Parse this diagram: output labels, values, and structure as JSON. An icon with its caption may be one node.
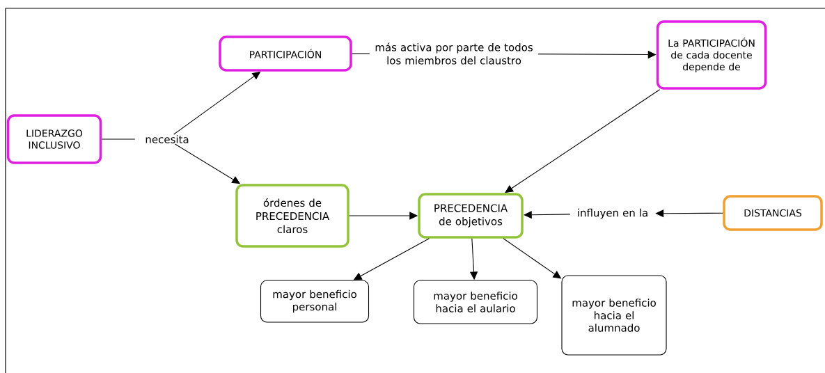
{
  "diagram": {
    "nodes": [
      {
        "text": [
          "LIDERAZGO INCLUSIVO"
        ]
      },
      {
        "text": [
          "necesita"
        ]
      },
      {
        "text": [
          "PARTICIPACIÓN"
        ]
      },
      {
        "text": [
          "más activa por parte de todos los miembros del claustro"
        ]
      },
      {
        "text": [
          "La PARTICIPACIÓN de cada docente depende de"
        ]
      },
      {
        "text": [
          "órdenes de PRECEDENCIA claros"
        ]
      },
      {
        "text": [
          "PRECEDENCIA de objetivos"
        ]
      },
      {
        "text": [
          "influyen en la"
        ]
      },
      {
        "text": [
          "DISTANCIAS"
        ]
      },
      {
        "text": [
          "mayor beneficio personal"
        ]
      },
      {
        "text": [
          "mayor beneficio hacia el aulario"
        ]
      },
      {
        "text": [
          "mayor beneficio hacia el alumnado"
        ]
      }
    ],
    "edges": [
      {
        "from": 0,
        "to": 1,
        "arrow": "none"
      },
      {
        "from": 1,
        "to": 2,
        "arrow": "to"
      },
      {
        "from": 1,
        "to": 5,
        "arrow": "to"
      },
      {
        "from": 2,
        "to": 3,
        "arrow": "none"
      },
      {
        "from": 3,
        "to": 4,
        "arrow": "to"
      },
      {
        "from": 4,
        "to": 6,
        "arrow": "to"
      },
      {
        "from": 5,
        "to": 6,
        "arrow": "to"
      },
      {
        "from": 8,
        "to": 7,
        "arrow": "to"
      },
      {
        "from": 7,
        "to": 6,
        "arrow": "to"
      },
      {
        "from": 6,
        "to": 9,
        "arrow": "to"
      },
      {
        "from": 6,
        "to": 10,
        "arrow": "to"
      },
      {
        "from": 6,
        "to": 11,
        "arrow": "to"
      }
    ]
  }
}
